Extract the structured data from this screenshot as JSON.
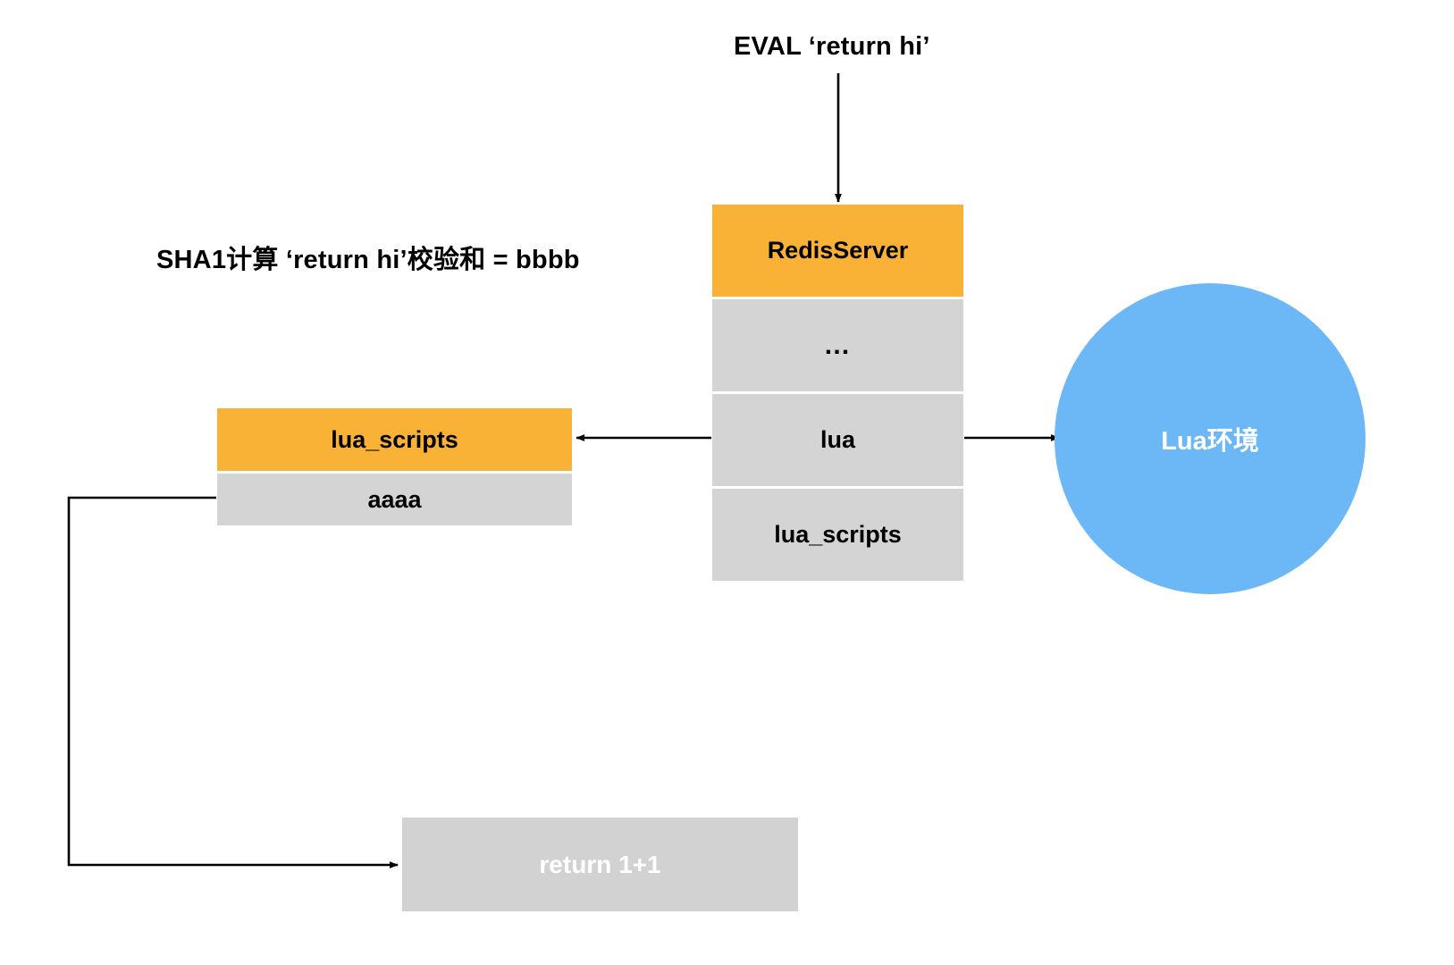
{
  "diagram": {
    "title_annotations": {
      "eval_command": "EVAL ‘return hi’",
      "sha1_note": "SHA1计算 ‘return hi’校验和 = bbbb"
    },
    "colors": {
      "accent_orange": "#F9B235",
      "neutral_gray": "#D4D4D4",
      "script_gray": "#D2D2D2",
      "lua_blue": "#6CB8F7",
      "line_black": "#000000",
      "text_black": "#000000",
      "text_white": "#FFFFFF"
    },
    "redis_server_stack": {
      "rows": [
        {
          "label": "RedisServer",
          "style": "orange"
        },
        {
          "label": "…",
          "style": "gray"
        },
        {
          "label": "lua",
          "style": "gray"
        },
        {
          "label": "lua_scripts",
          "style": "gray"
        }
      ]
    },
    "lua_scripts_table": {
      "rows": [
        {
          "label": "lua_scripts",
          "style": "orange"
        },
        {
          "label": "aaaa",
          "style": "gray"
        }
      ]
    },
    "script_body": {
      "label": "return 1+1"
    },
    "lua_environment": {
      "label": "Lua环境"
    },
    "connectors": [
      {
        "name": "eval-to-redisserver",
        "from": "EVAL ‘return hi’",
        "to": "RedisServer",
        "direction": "down"
      },
      {
        "name": "lua-to-lua-scripts-table",
        "from": "lua",
        "to": "lua_scripts",
        "direction": "left"
      },
      {
        "name": "lua-to-lua-environment",
        "from": "lua",
        "to": "Lua环境",
        "direction": "right"
      },
      {
        "name": "aaaa-to-script-body",
        "from": "aaaa",
        "to": "return 1+1",
        "direction": "elbow-down-right"
      }
    ]
  }
}
